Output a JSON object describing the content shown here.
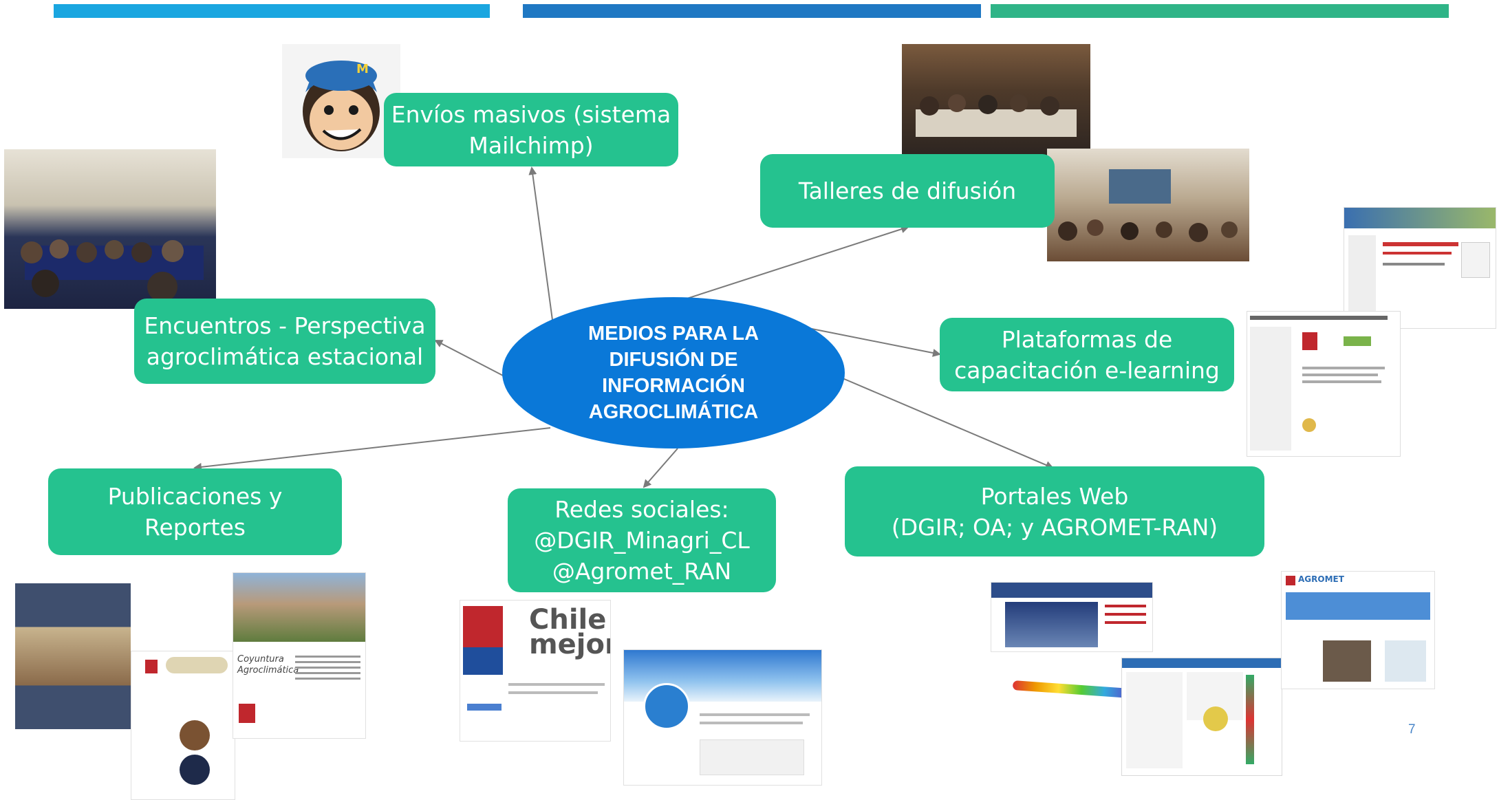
{
  "colors": {
    "bar1": "#1aa6e0",
    "bar2": "#1f78c3",
    "bar3": "#2fb487",
    "node": "#25c28f",
    "center": "#0a78d8",
    "arrow": "#7a7a7a"
  },
  "center": {
    "lines": [
      "MEDIOS PARA LA",
      "DIFUSIÓN DE",
      "INFORMACIÓN",
      "AGROCLIMÁTICA"
    ]
  },
  "nodes": {
    "mailchimp": {
      "lines": [
        "Envíos masivos (sistema",
        "Mailchimp)"
      ]
    },
    "talleres": {
      "lines": [
        "Talleres de difusión"
      ]
    },
    "encuentros": {
      "lines": [
        "Encuentros - Perspectiva",
        "agroclimática estacional"
      ]
    },
    "plataformas": {
      "lines": [
        "Plataformas de",
        "capacitación e-learning"
      ]
    },
    "publicaciones": {
      "lines": [
        "Publicaciones y",
        "Reportes"
      ]
    },
    "redes": {
      "lines": [
        "Redes sociales:",
        "@DGIR_Minagri_CL",
        "@Agromet_RAN"
      ]
    },
    "portales": {
      "lines": [
        "Portales Web",
        "(DGIR; OA; y AGROMET-RAN)"
      ]
    }
  },
  "images": {
    "mailchimp_logo": "mailchimp-logo",
    "chile_mejor": {
      "line1": "Chile",
      "line2": "mejor"
    },
    "publication_title": {
      "line1": "Coyuntura",
      "line2": "Agroclimática"
    },
    "agromet_logo": "AGROMET"
  },
  "page_number": "7"
}
